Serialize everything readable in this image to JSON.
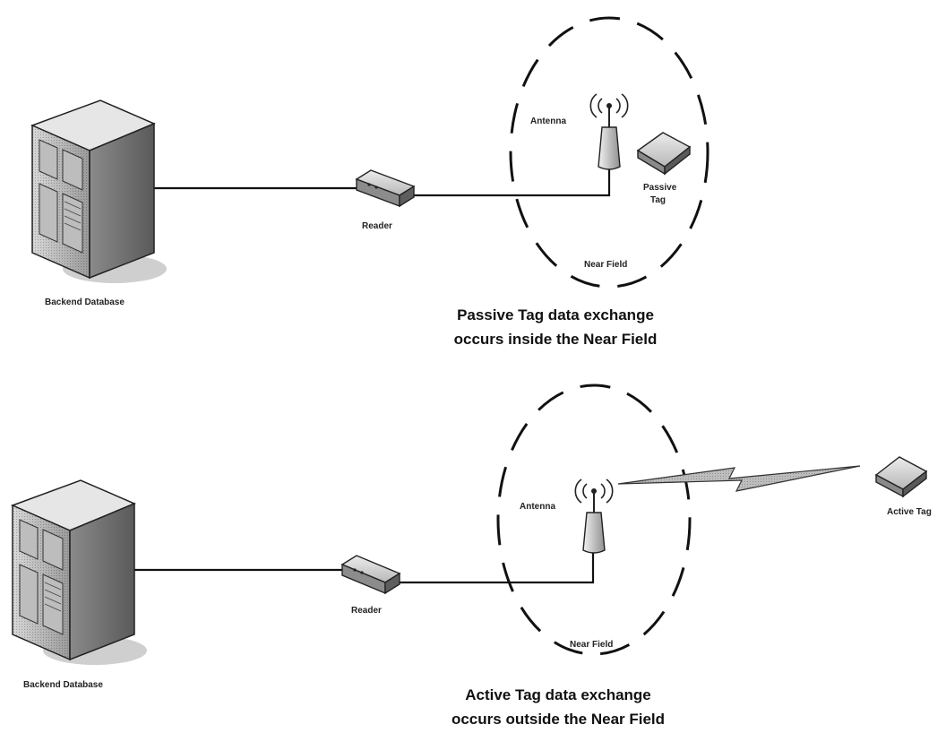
{
  "passive_section": {
    "backend_label": "Backend Database",
    "reader_label": "Reader",
    "antenna_label": "Antenna",
    "tag_label_line1": "Passive",
    "tag_label_line2": "Tag",
    "field_label": "Near Field",
    "caption_line1": "Passive Tag data exchange",
    "caption_line2": "occurs inside the Near Field"
  },
  "active_section": {
    "backend_label": "Backend Database",
    "reader_label": "Reader",
    "antenna_label": "Antenna",
    "tag_label": "Active Tag",
    "field_label": "Near Field",
    "caption_line1": "Active Tag data exchange",
    "caption_line2": "occurs outside the Near Field"
  },
  "icons": [
    "server-icon",
    "reader-icon",
    "antenna-icon",
    "tag-icon",
    "lightning-link-icon"
  ]
}
